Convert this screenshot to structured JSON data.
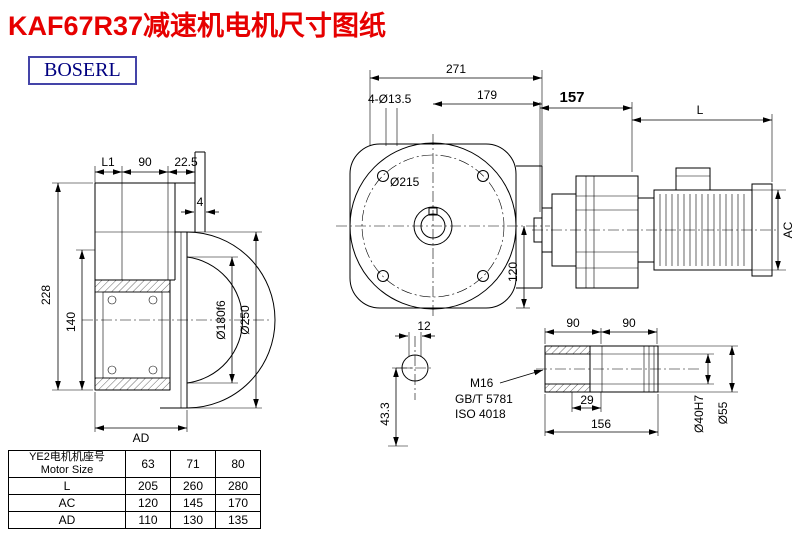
{
  "page": {
    "title": "KAF67R37减速机电机尺寸图纸",
    "logo": "BOSERL"
  },
  "front_view": {
    "dim_total_width": "271",
    "dim_flange_depth": "179",
    "dim_bolt_holes": "4-Ø13.5",
    "dim_bolt_circle": "Ø215",
    "dim_height": "120"
  },
  "side_view": {
    "dim_l1": "L1",
    "dim_90": "90",
    "dim_22_5": "22.5",
    "dim_4": "4",
    "dim_228": "228",
    "dim_140": "140",
    "dim_ad": "AD",
    "dim_spigot": "Ø180f6",
    "dim_flange": "Ø250"
  },
  "motor_view": {
    "dim_157": "157",
    "dim_l": "L",
    "dim_ac": "AC"
  },
  "detail_view": {
    "dim_12": "12",
    "dim_43_3": "43.3"
  },
  "shaft_view": {
    "dim_90_left": "90",
    "dim_90_right": "90",
    "thread_label": "M16",
    "standard_gb": "GB/T 5781",
    "standard_iso": "ISO 4018",
    "dim_29": "29",
    "dim_156": "156",
    "dim_bore": "Ø40H7",
    "dim_outer": "Ø55"
  },
  "table": {
    "header_cn": "YE2电机机座号",
    "header_en": "Motor Size",
    "sizes": [
      "63",
      "71",
      "80"
    ],
    "rows": [
      {
        "label": "L",
        "values": [
          "205",
          "260",
          "280"
        ]
      },
      {
        "label": "AC",
        "values": [
          "120",
          "145",
          "170"
        ]
      },
      {
        "label": "AD",
        "values": [
          "110",
          "130",
          "135"
        ]
      }
    ]
  }
}
